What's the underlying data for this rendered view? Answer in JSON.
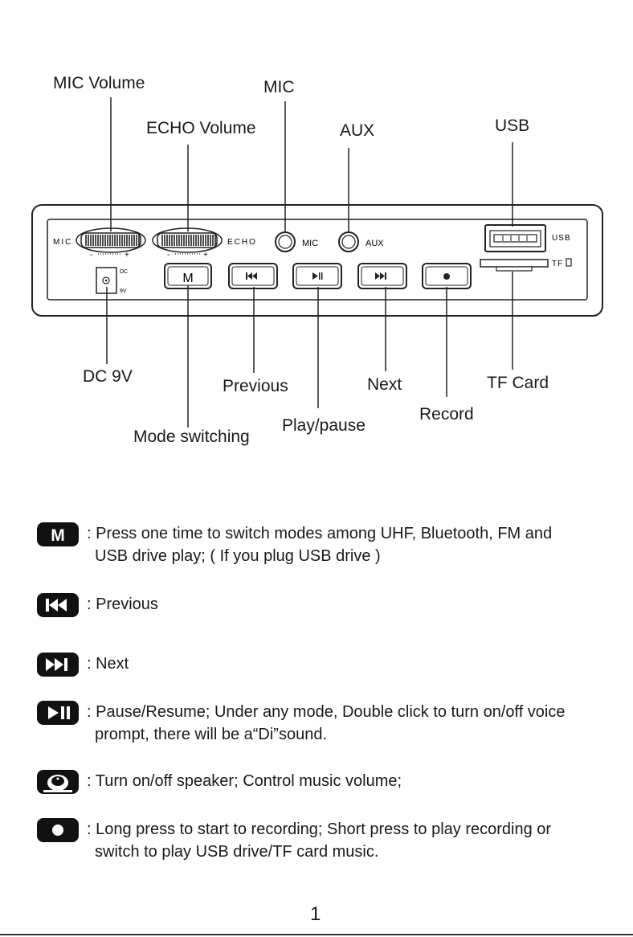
{
  "callouts": {
    "mic_volume": "MIC Volume",
    "mic": "MIC",
    "echo_volume": "ECHO Volume",
    "aux": "AUX",
    "usb": "USB",
    "dc_9v": "DC 9V",
    "previous": "Previous",
    "next": "Next",
    "tf_card": "TF Card",
    "record": "Record",
    "play_pause": "Play/pause",
    "mode_switching": "Mode switching"
  },
  "panel": {
    "mic_label": "MIC",
    "echo_label": "ECHO",
    "mic_jack_label": "MIC",
    "aux_jack_label": "AUX",
    "usb_label": "USB",
    "tf_label": "TF",
    "dc_label": "DC",
    "dc_9v_label": "9V",
    "m_button": "M",
    "minus": "-",
    "plus": "+"
  },
  "legend": [
    {
      "icon": "m-key-icon",
      "key_text": "M",
      "line1": ": Press one time to switch modes among UHF, Bluetooth, FM and",
      "line2": "USB drive play; ( If you plug USB drive )"
    },
    {
      "icon": "previous-key-icon",
      "line1": ": Previous",
      "line2": ""
    },
    {
      "icon": "next-key-icon",
      "line1": ": Next",
      "line2": ""
    },
    {
      "icon": "play-pause-key-icon",
      "line1": ": Pause/Resume; Under any mode, Double click to turn on/off voice",
      "line2": "prompt, there will be a“Di”sound."
    },
    {
      "icon": "volume-knob-key-icon",
      "line1": ": Turn on/off speaker; Control music volume;",
      "line2": ""
    },
    {
      "icon": "record-key-icon",
      "line1": ": Long press to start to recording; Short press to play recording or",
      "line2": "switch to play USB drive/TF card music."
    }
  ],
  "page_number": "1"
}
